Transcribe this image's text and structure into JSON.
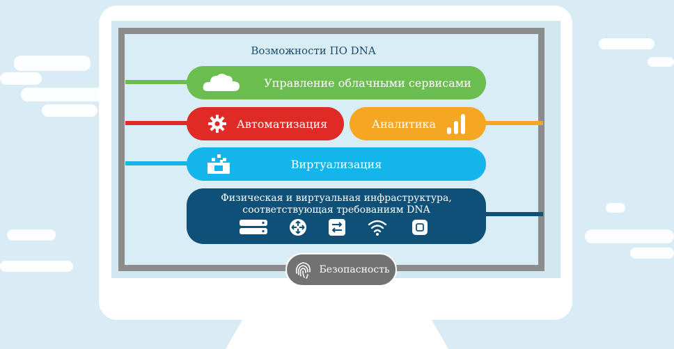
{
  "title": "Возможности ПО DNA",
  "layers": {
    "cloud": {
      "label": "Управление облачными сервисами",
      "color": "#6bbd4f",
      "icon": "cloud-icon"
    },
    "automation": {
      "label": "Автоматизация",
      "color": "#e02a26",
      "icon": "gear-icon"
    },
    "analytics": {
      "label": "Аналитика",
      "color": "#f5a623",
      "icon": "bar-chart-icon"
    },
    "virtualization": {
      "label": "Виртуализация",
      "color": "#13b5ea",
      "icon": "virtualization-icon"
    },
    "infrastructure": {
      "label_line1": "Физическая и виртуальная инфраструктура,",
      "label_line2": "соответствующая требованиям DNA",
      "color": "#0f5078",
      "icons": [
        "server-icon",
        "router-icon",
        "switch-icon",
        "wifi-icon",
        "access-point-icon"
      ]
    }
  },
  "security": {
    "label": "Безопасность",
    "color": "#727272",
    "icon": "fingerprint-icon"
  }
}
